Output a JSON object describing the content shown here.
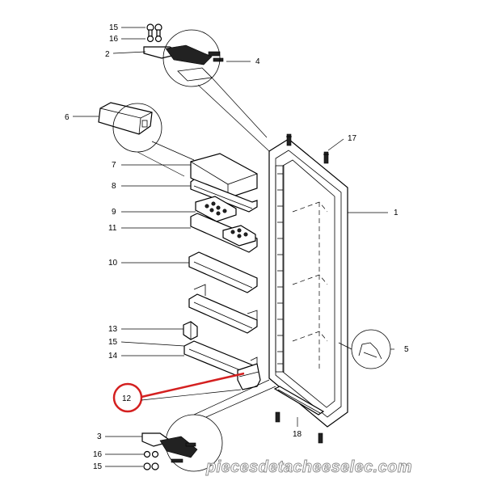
{
  "callouts": {
    "c15_top": "15",
    "c16_top": "16",
    "c2": "2",
    "c4": "4",
    "c6": "6",
    "c17": "17",
    "c7": "7",
    "c8": "8",
    "c9": "9",
    "c11": "11",
    "c1": "1",
    "c10": "10",
    "c13": "13",
    "c15_mid": "15",
    "c14": "14",
    "c5": "5",
    "c12": "12",
    "c3": "3",
    "c16_bot": "16",
    "c15_bot": "15",
    "c18": "18"
  },
  "highlight": {
    "color": "#d42020",
    "target": "12"
  },
  "watermark": "piecesdetacheeselec.com"
}
